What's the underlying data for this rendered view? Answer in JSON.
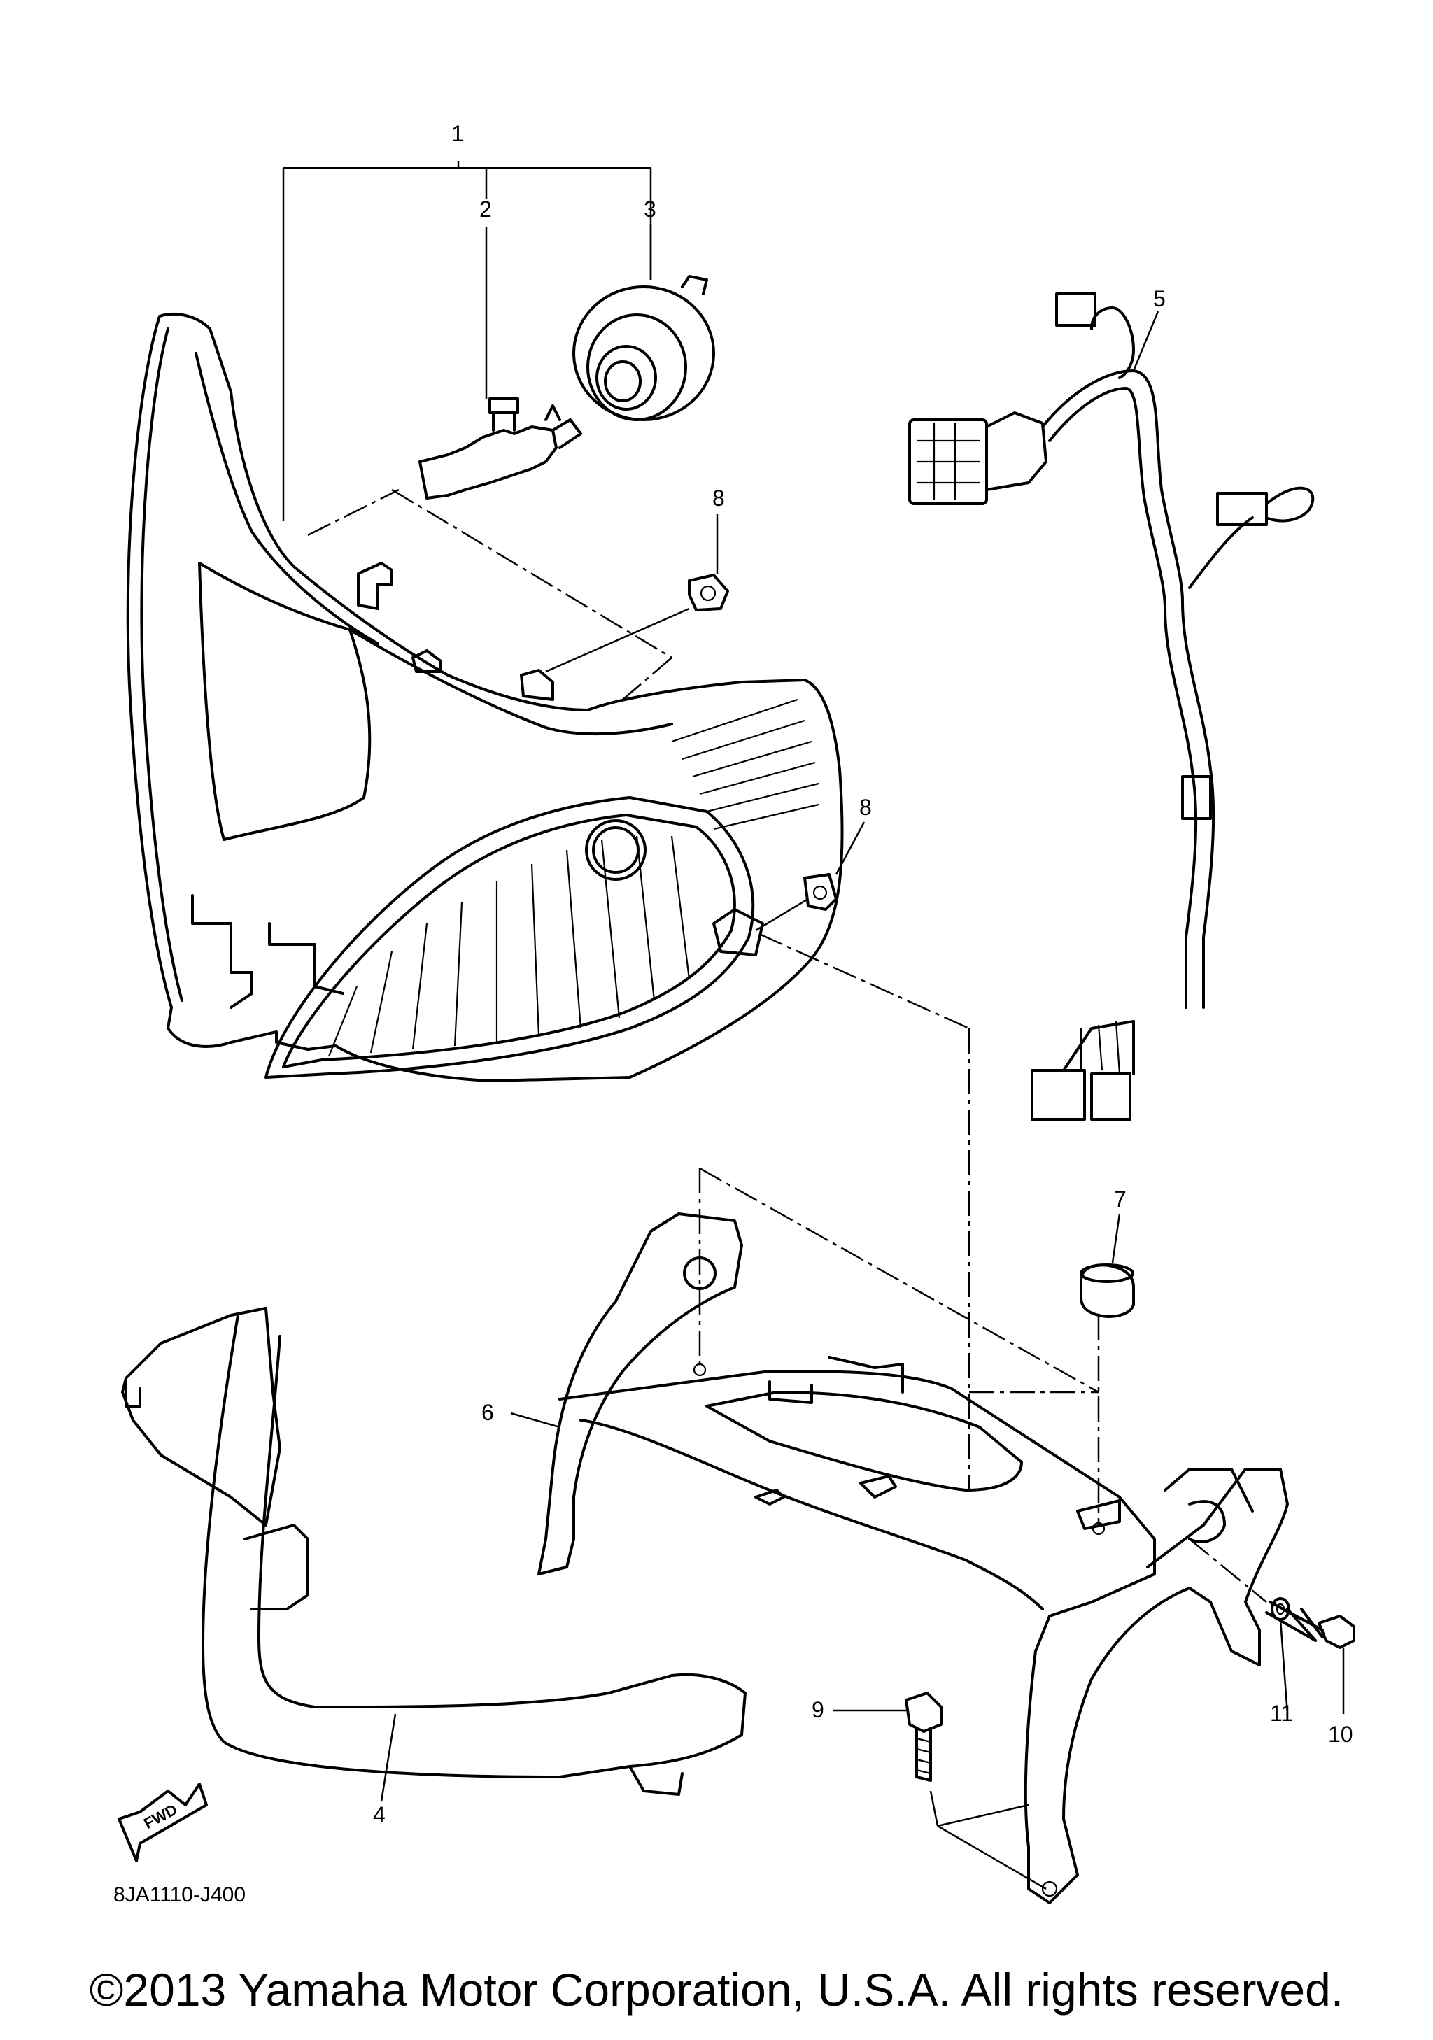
{
  "callouts": [
    {
      "id": "1",
      "label": "1"
    },
    {
      "id": "2",
      "label": "2"
    },
    {
      "id": "3",
      "label": "3"
    },
    {
      "id": "4",
      "label": "4"
    },
    {
      "id": "5",
      "label": "5"
    },
    {
      "id": "6",
      "label": "6"
    },
    {
      "id": "7",
      "label": "7"
    },
    {
      "id": "8a",
      "label": "8"
    },
    {
      "id": "8b",
      "label": "8"
    },
    {
      "id": "9",
      "label": "9"
    },
    {
      "id": "10",
      "label": "10"
    },
    {
      "id": "11",
      "label": "11"
    }
  ],
  "fwd_label": "FWD",
  "diagram_code": "8JA1110-J400",
  "copyright": "©2013 Yamaha Motor Corporation, U.S.A. All rights reserved."
}
